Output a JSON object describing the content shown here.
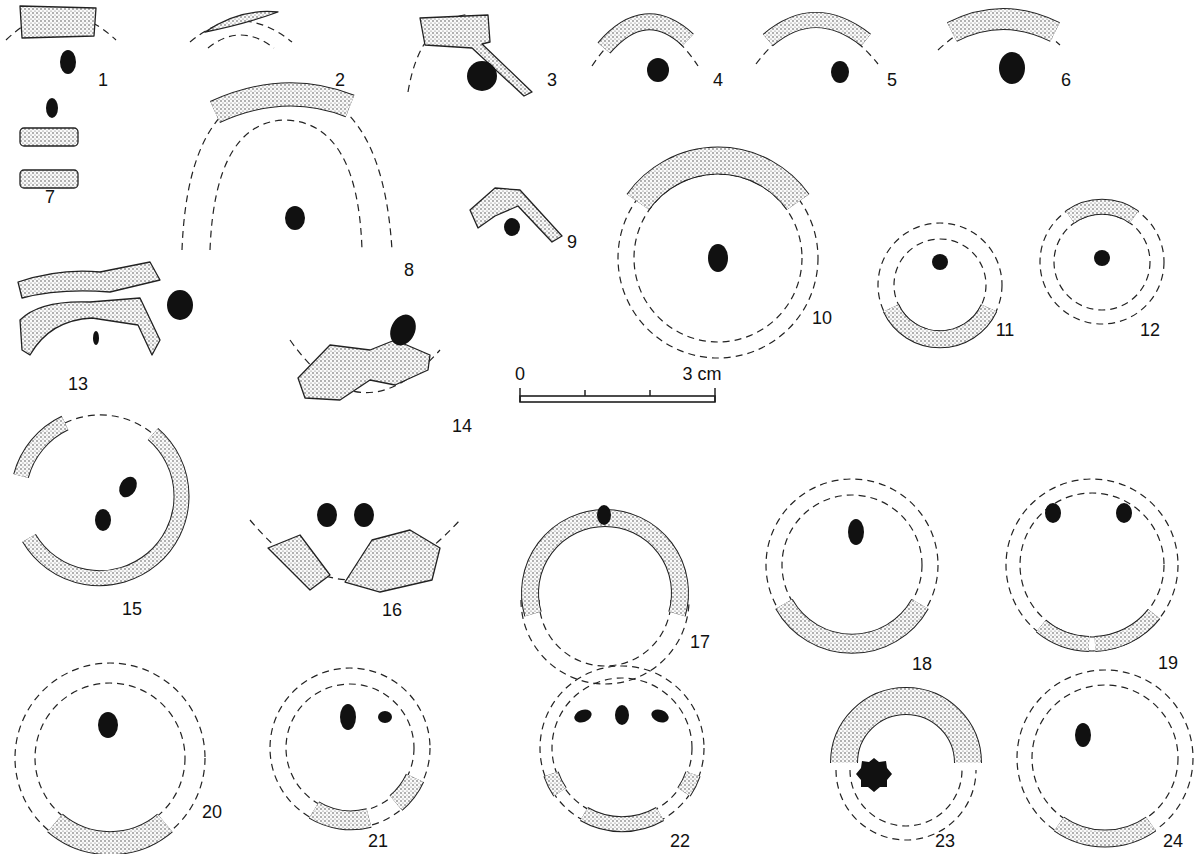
{
  "diagram": {
    "labels": [
      "1",
      "2",
      "3",
      "4",
      "5",
      "6",
      "7",
      "8",
      "9",
      "10",
      "11",
      "12",
      "13",
      "14",
      "15",
      "16",
      "17",
      "18",
      "19",
      "20",
      "21",
      "22",
      "23",
      "24",
      "0",
      "3 cm"
    ]
  }
}
